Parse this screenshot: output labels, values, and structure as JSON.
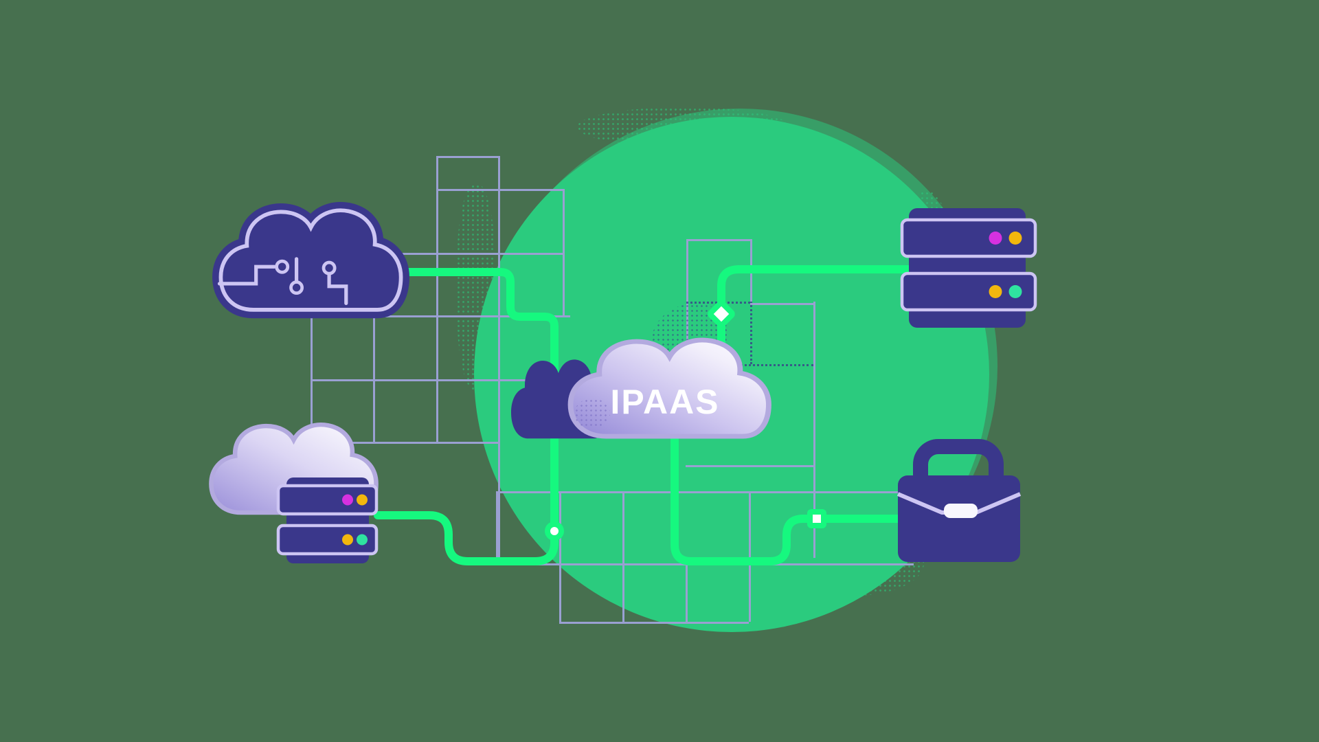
{
  "illustration": {
    "label": "IPAAS",
    "colors": {
      "background": "#47704F",
      "halo_circle": "#2BCB7E",
      "halo_shadow": "#389E67",
      "connector": "#16F87F",
      "grid": "#9AA0D2",
      "navy": "#3A378B",
      "icon_outline": "#CDC5F3",
      "cloud_outline": "#B3AADF",
      "dot_magenta": "#D631E0",
      "dot_yellow": "#F2B70E",
      "dot_mint": "#2FE3A0"
    },
    "entities": [
      {
        "id": "circuit-cloud",
        "type": "cloud-with-circuit-board",
        "position": "top-left"
      },
      {
        "id": "server-rack",
        "type": "two-bay-server-rack",
        "position": "top-right",
        "indicator_dots": [
          "magenta",
          "yellow",
          "yellow",
          "mint"
        ]
      },
      {
        "id": "cloud-server",
        "type": "cloud-with-server-rack",
        "position": "bottom-left",
        "indicator_dots": [
          "magenta",
          "yellow",
          "yellow",
          "mint"
        ]
      },
      {
        "id": "briefcase",
        "type": "briefcase",
        "position": "bottom-right"
      },
      {
        "id": "ipaas-cloud",
        "type": "labeled-cloud",
        "position": "center",
        "label": "IPAAS"
      }
    ],
    "connector_nodes": [
      {
        "shape": "circle",
        "position": "below-ipaas-cloud-left"
      },
      {
        "shape": "diamond",
        "position": "above-ipaas-cloud-right"
      },
      {
        "shape": "square",
        "position": "left-of-briefcase"
      }
    ],
    "connections": [
      {
        "from": "circuit-cloud",
        "to": "cloud-server",
        "via": [
          "ipaas-cloud",
          "circle-node"
        ]
      },
      {
        "from": "server-rack",
        "to": "briefcase",
        "via": [
          "diamond-node",
          "ipaas-cloud",
          "square-node"
        ]
      }
    ]
  }
}
